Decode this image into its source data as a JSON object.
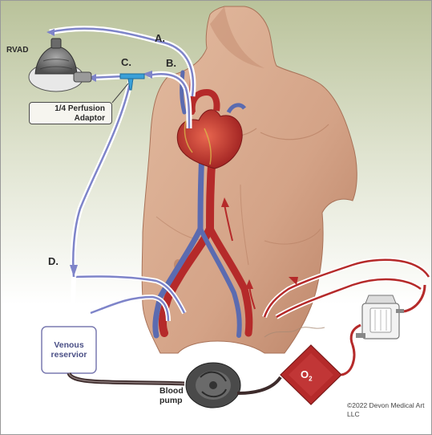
{
  "labels": {
    "rvad": "RVAD",
    "a": "A.",
    "b": "B.",
    "c": "C.",
    "d": "D.",
    "adaptor_line1": "1/4 Perfusion",
    "adaptor_line2": "Adaptor",
    "venous_line1": "Venous",
    "venous_line2": "reservior",
    "pump_line1": "Blood",
    "pump_line2": "pump",
    "o2_main": "O",
    "o2_sub": "2",
    "copyright_line1": "©2022 Devon Medical Art",
    "copyright_line2": "LLC"
  },
  "colors": {
    "background_top": "#b9c29a",
    "background_bottom": "#ffffff",
    "skin": "#d9ab8e",
    "skin_shadow": "#b8856a",
    "artery_red": "#b52a2a",
    "vein_blue": "#5b6bb0",
    "venous_flow_blue": "#7e84c9",
    "arterial_flow_red": "#b52a2a",
    "tubing": "#ffffff",
    "pump_gray": "#4a4a4a",
    "oxygenator_red": "#b52a2a"
  },
  "icons": [
    "rvad-device-icon",
    "y-connector-icon",
    "heart-icon",
    "venous-reservoir-icon",
    "blood-pump-icon",
    "oxygenator-icon",
    "filter-icon"
  ]
}
